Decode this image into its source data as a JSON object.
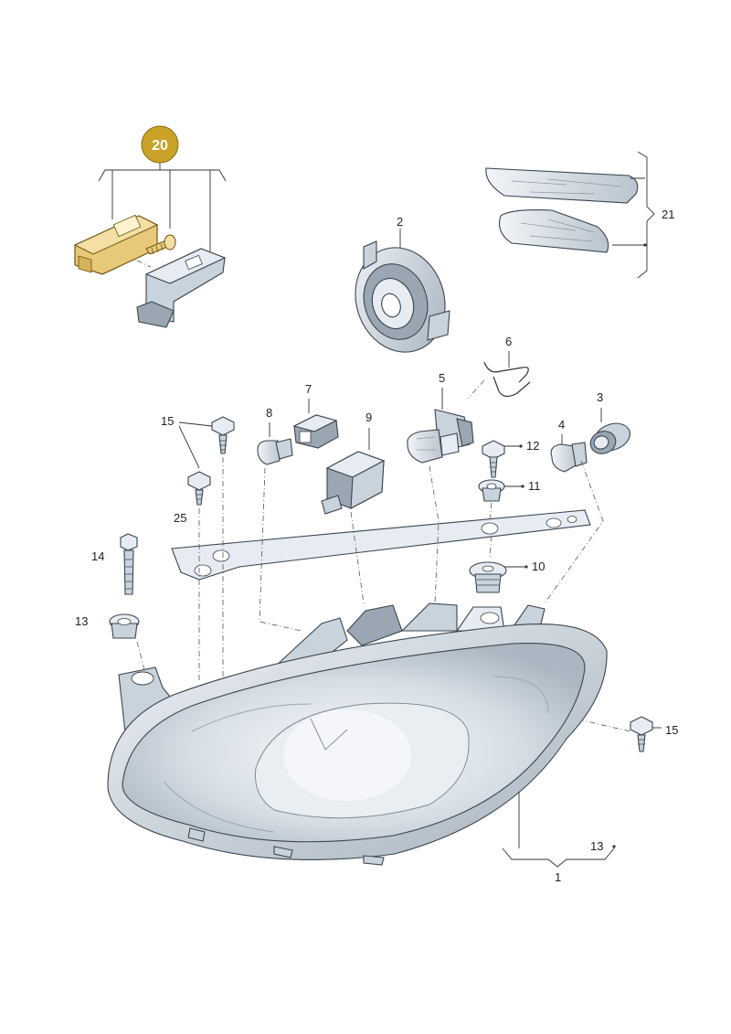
{
  "diagram": {
    "callouts": {
      "p1": "1",
      "p2": "2",
      "p3": "3",
      "p4": "4",
      "p5": "5",
      "p6": "6",
      "p7": "7",
      "p8": "8",
      "p9": "9",
      "p10": "10",
      "p11": "11",
      "p12": "12",
      "p13a": "13",
      "p13b": "13",
      "p14": "14",
      "p15a": "15",
      "p15b": "15",
      "p20": "20",
      "p21": "21",
      "p25": "25"
    },
    "colors": {
      "highlight_badge": "#c9a227",
      "highlight_part": "#e8c97a",
      "line": "#333333",
      "part_fill": "#c9d3dc"
    }
  }
}
